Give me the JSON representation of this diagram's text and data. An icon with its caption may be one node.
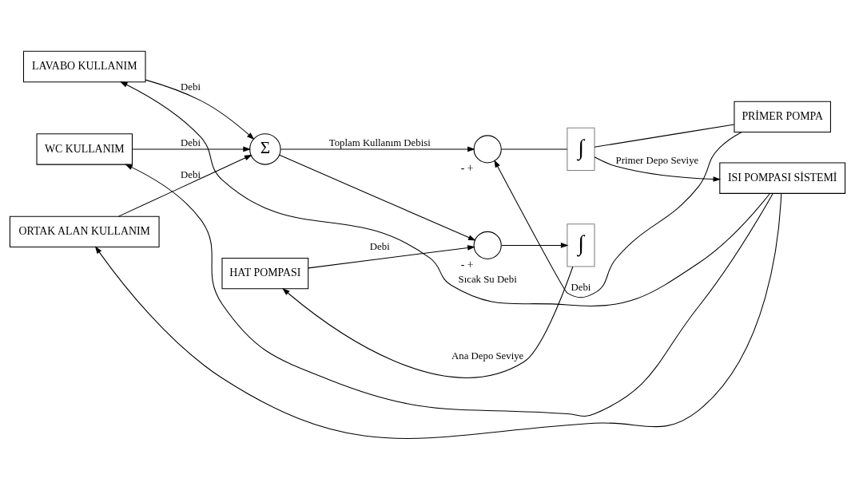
{
  "diagram": {
    "nodes": [
      {
        "text": [
          "LAVABO KULLANIM"
        ]
      },
      {
        "text": [
          "WC KULLANIM"
        ]
      },
      {
        "text": [
          "ORTAK ALAN KULLANIM"
        ]
      },
      {
        "text": [
          "HAT POMPASI"
        ]
      },
      {
        "text": [
          "Σ"
        ]
      },
      {
        "text": [],
        "shape": "circle",
        "beside": [
          "-",
          "+"
        ]
      },
      {
        "text": [
          "∫"
        ]
      },
      {
        "text": [],
        "shape": "circle",
        "beside": [
          "-",
          "+"
        ]
      },
      {
        "text": [
          "∫"
        ]
      },
      {
        "text": [
          "PRİMER POMPA"
        ]
      },
      {
        "text": [
          "ISI POMPASI SİSTEMİ"
        ]
      }
    ],
    "edges": [
      {
        "from": 0,
        "to": 4,
        "arrow": "to",
        "label": "Debi"
      },
      {
        "from": 1,
        "to": 4,
        "arrow": "to",
        "label": "Debi"
      },
      {
        "from": 2,
        "to": 4,
        "arrow": "to",
        "label": "Debi"
      },
      {
        "from": 4,
        "to": 5,
        "arrow": "to"
      },
      {
        "from": 4,
        "to": 7,
        "arrow": "to",
        "label": "Toplam Kullanım Debisi"
      },
      {
        "from": 3,
        "to": 5,
        "arrow": "to",
        "label": "Debi"
      },
      {
        "from": 5,
        "to": 6,
        "arrow": "to"
      },
      {
        "from": 6,
        "to": 3,
        "arrow": "to",
        "label": "Ana Depo Seviye"
      },
      {
        "from": 7,
        "to": 8,
        "arrow": "none"
      },
      {
        "from": 8,
        "to": 10,
        "arrow": "to",
        "label": "Primer Depo Seviye"
      },
      {
        "from": 8,
        "to": 9,
        "arrow": "none"
      },
      {
        "from": 9,
        "to": 7,
        "arrow": "to",
        "label": "Debi"
      },
      {
        "from": 10,
        "to": 0,
        "arrow": "to",
        "label": "Sıcak Su Debi"
      },
      {
        "from": 10,
        "to": 1,
        "arrow": "to"
      },
      {
        "from": 10,
        "to": 2,
        "arrow": "to"
      }
    ]
  }
}
